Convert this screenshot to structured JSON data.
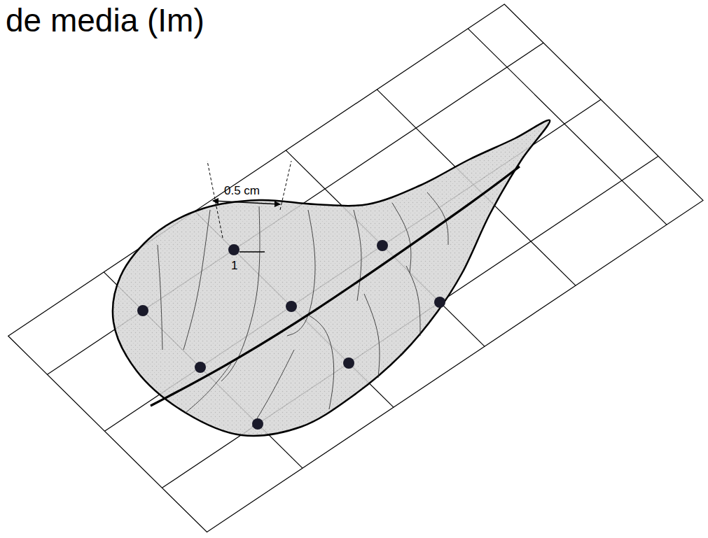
{
  "diagram": {
    "title": "de media (Im)",
    "labels": [
      "0.5 cm",
      "1"
    ]
  }
}
